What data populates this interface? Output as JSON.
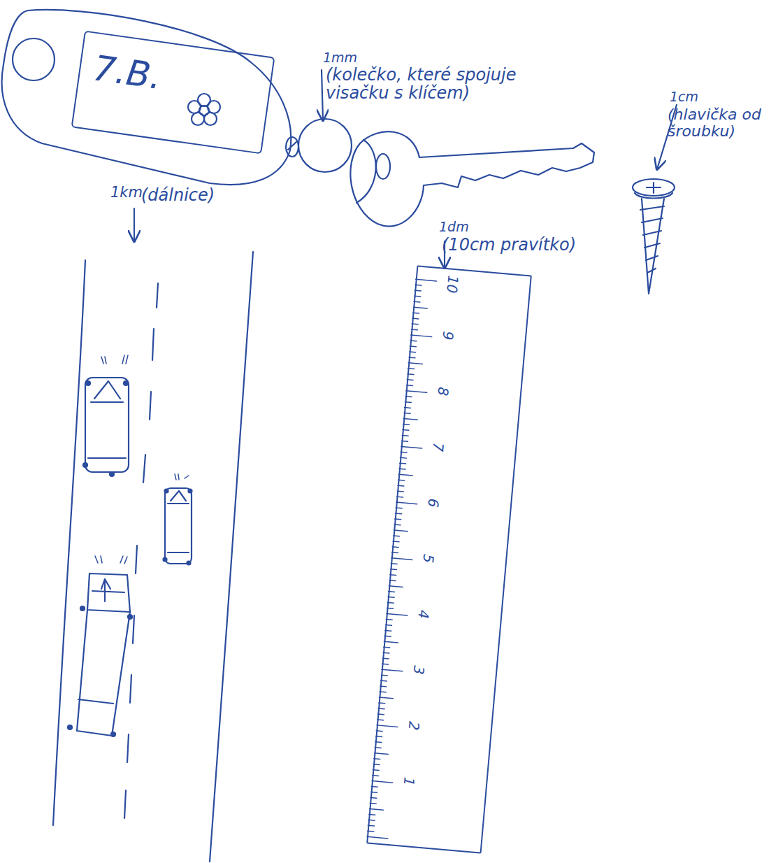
{
  "diagram": {
    "nodes": [
      {
        "text": [
          "7.B."
        ]
      },
      {
        "text": [
          "10",
          "9",
          "8",
          "7",
          "6",
          "5",
          "4",
          "3",
          "2",
          "1"
        ]
      }
    ],
    "labels": [
      "1mm",
      "(kolečko, které spojuje visačku s klíčem)",
      "1cm",
      "(hlavička od šroubku)",
      "1km",
      "(dálnice)",
      "1dm",
      "(10cm pravítko)"
    ]
  }
}
